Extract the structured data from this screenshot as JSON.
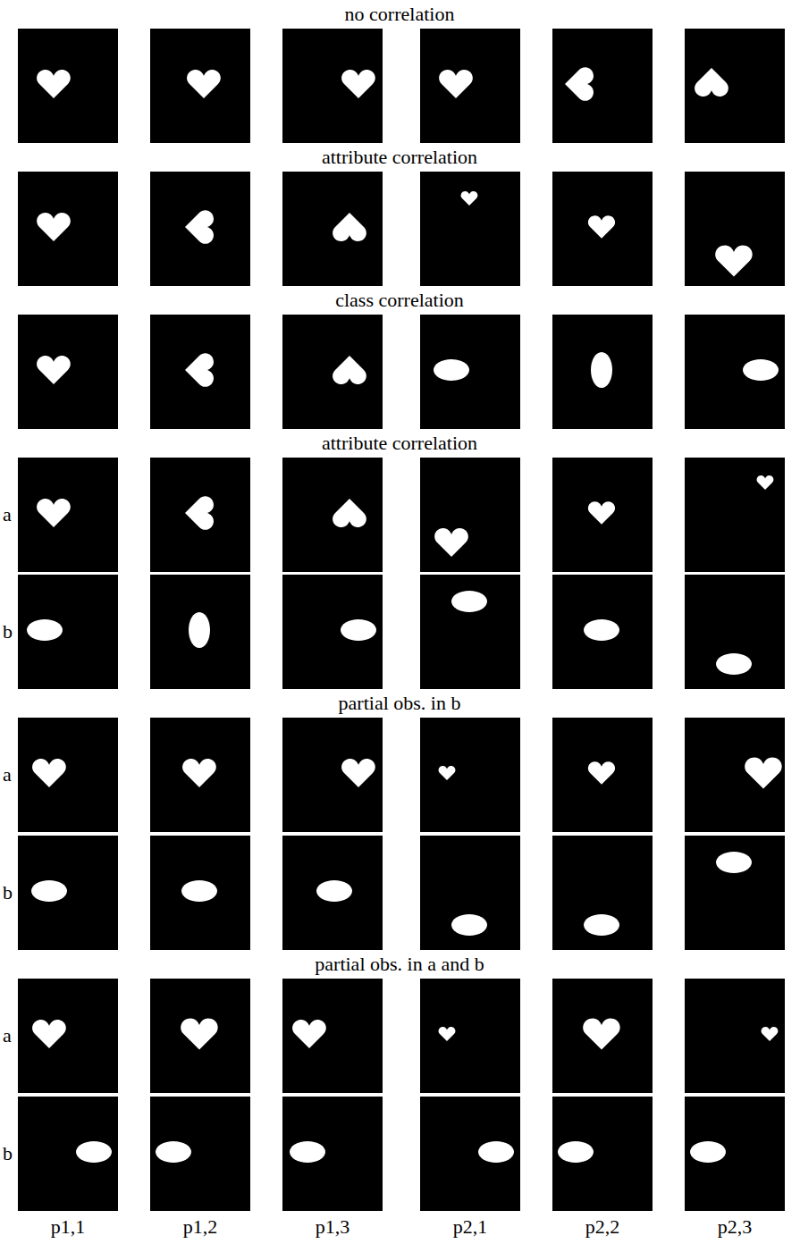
{
  "diagram": {
    "labels": [
      "no correlation",
      "attribute correlation",
      "class correlation",
      "attribute correlation",
      "a",
      "b",
      "partial obs. in b",
      "a",
      "b",
      "partial obs. in a and b",
      "a",
      "b",
      "p1,1",
      "p1,2",
      "p1,3",
      "p2,1",
      "p2,2",
      "p2,3"
    ]
  }
}
